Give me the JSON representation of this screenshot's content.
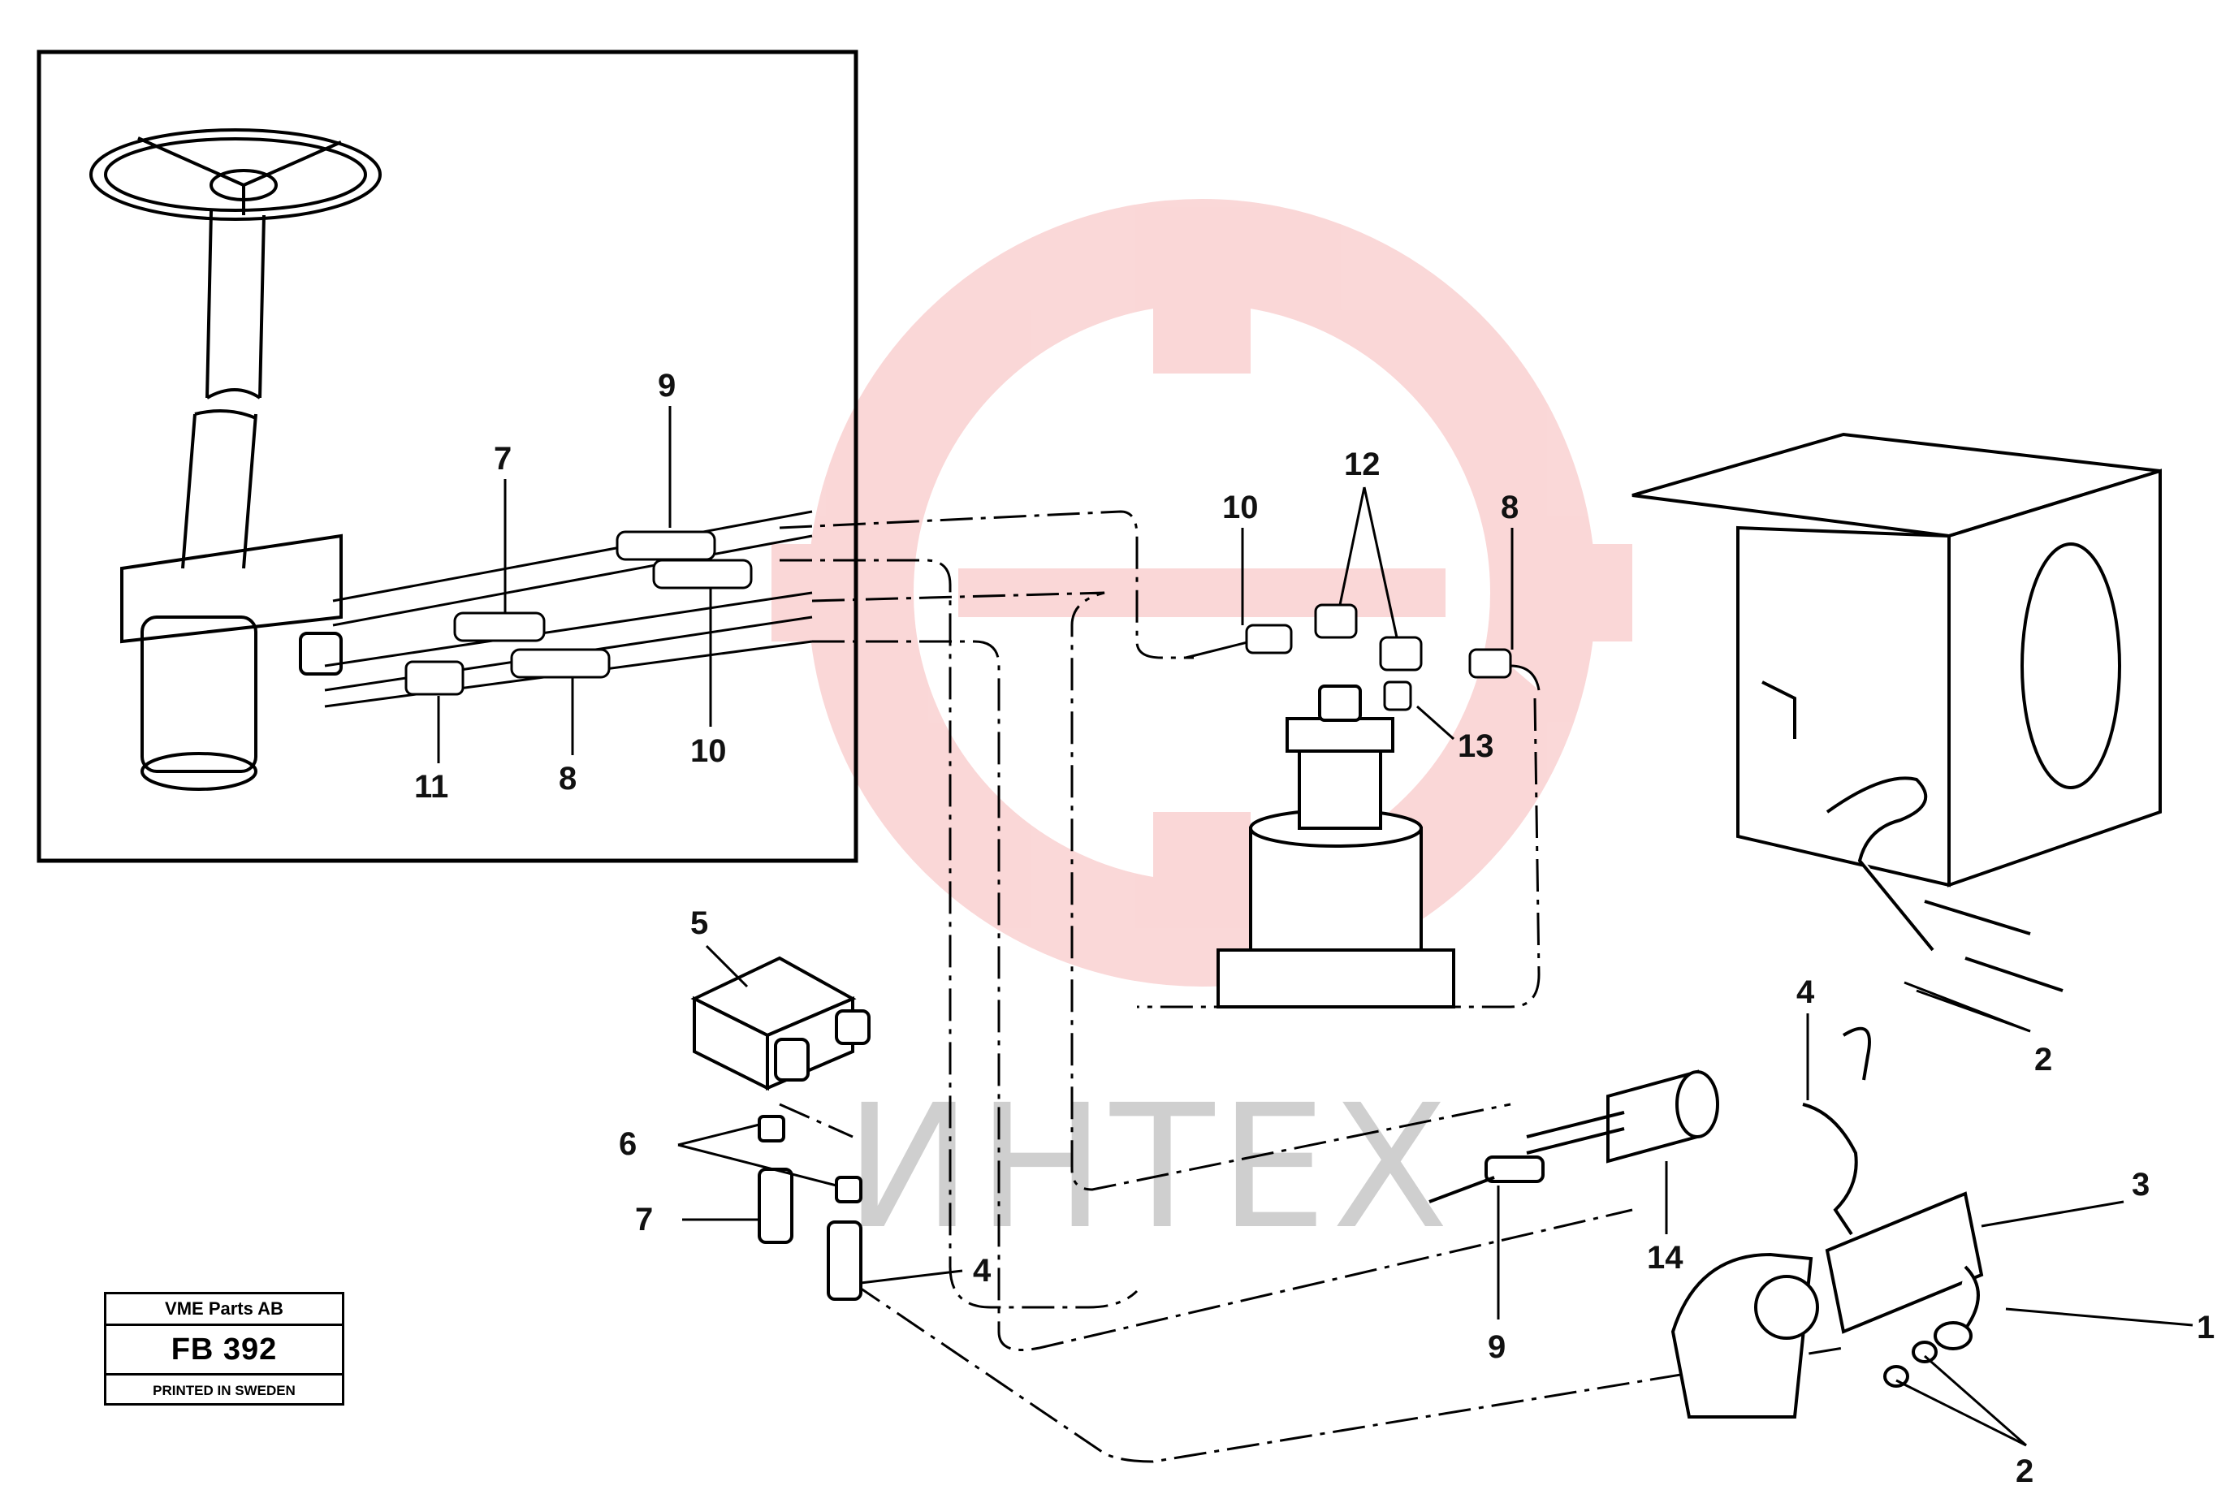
{
  "watermark": {
    "text": "ИНТЕХ",
    "color": "#f6b8b8"
  },
  "title_block": {
    "company": "VME Parts AB",
    "code": "FB 392",
    "printed": "PRINTED IN SWEDEN"
  },
  "callouts": {
    "inset_9": "9",
    "inset_7": "7",
    "inset_10": "10",
    "inset_11": "11",
    "inset_8": "8",
    "valve_12": "12",
    "valve_10": "10",
    "valve_8": "8",
    "valve_13": "13",
    "block_5": "5",
    "fittings_6": "6",
    "hose_7": "7",
    "hose_4_left": "4",
    "fitting_9": "9",
    "cylinder_14": "14",
    "hose_4_right": "4",
    "clamps_2_upper": "2",
    "pump_3": "3",
    "pump_1": "1",
    "clamps_2_lower": "2"
  }
}
